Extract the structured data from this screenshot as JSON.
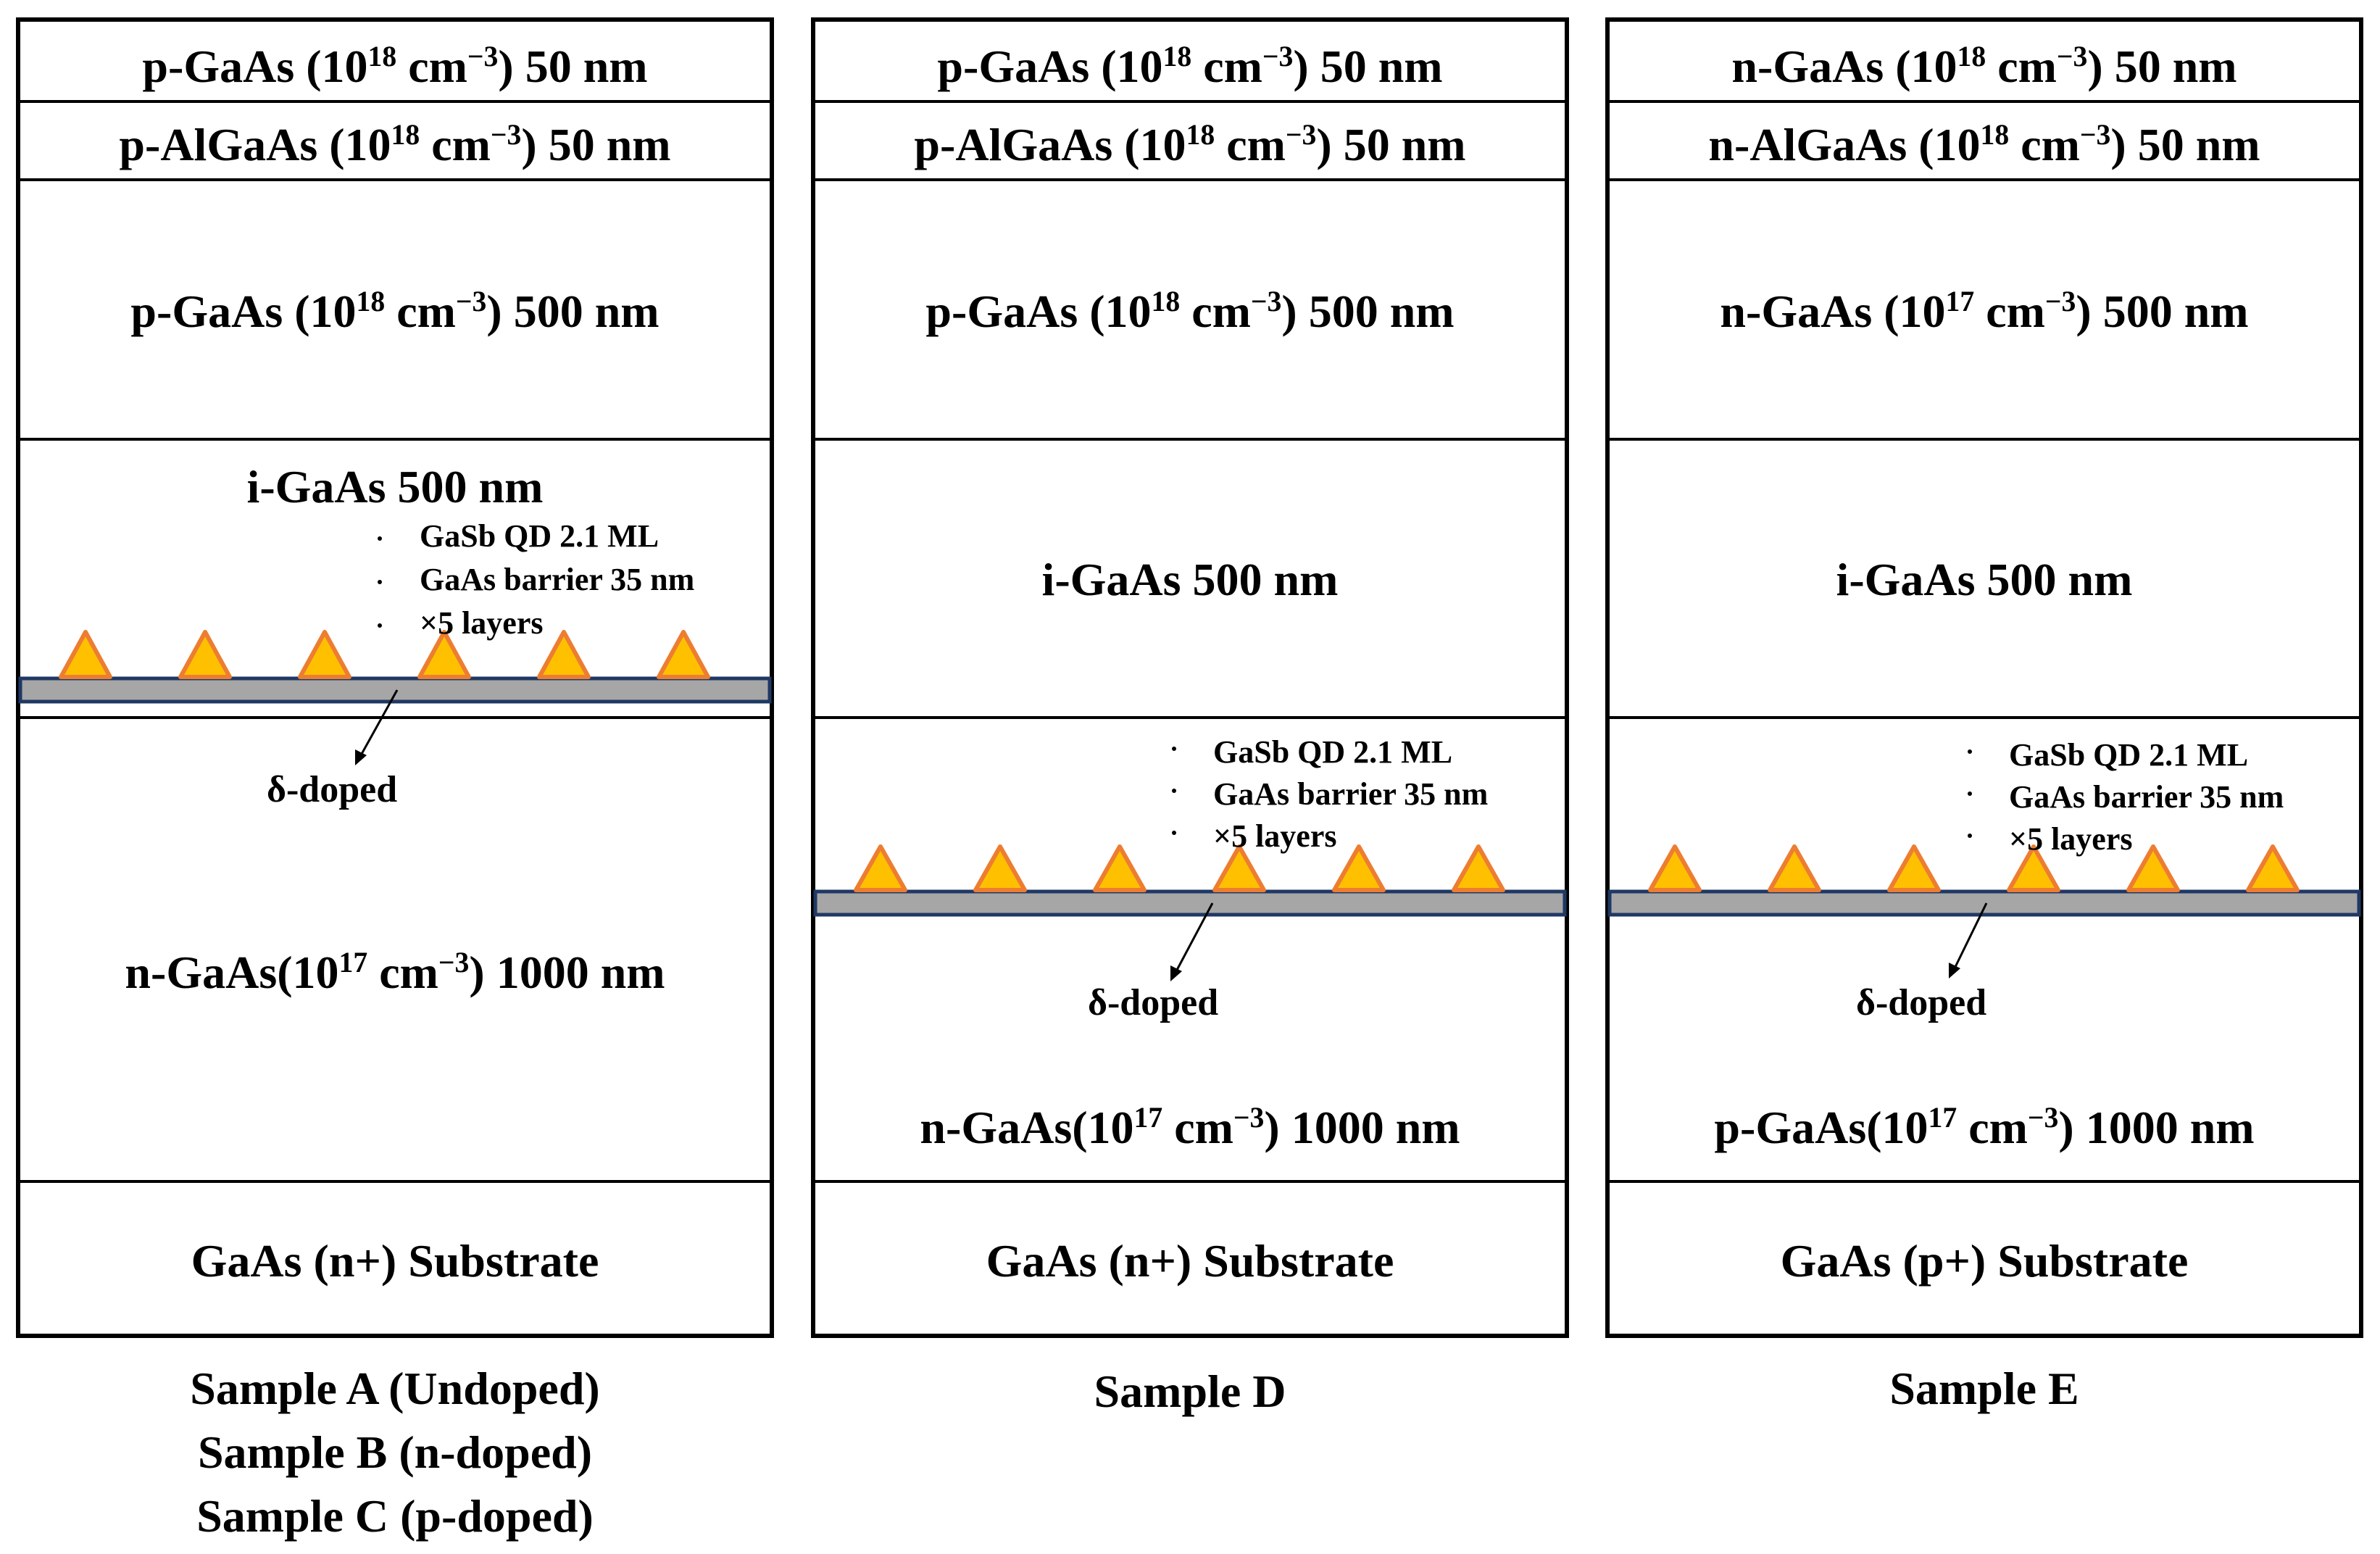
{
  "colors": {
    "border": "#000000",
    "qd_fill": "#FFC000",
    "qd_stroke": "#ED7D31",
    "delta_layer_fill": "#A6A6A6",
    "delta_layer_stroke": "#1F3864"
  },
  "column_a": {
    "layer1": {
      "pre": "p-GaAs (10",
      "sup": "18",
      "mid": " cm",
      "sup2": "−3",
      "post": ") 50 nm"
    },
    "layer2": {
      "pre": "p-AlGaAs (10",
      "sup": "18",
      "mid": " cm",
      "sup2": "−3",
      "post": ") 50 nm"
    },
    "layer3": {
      "pre": "p-GaAs (10",
      "sup": "18",
      "mid": " cm",
      "sup2": "−3",
      "post": ") 500 nm"
    },
    "layer4": {
      "text": "i-GaAs 500 nm"
    },
    "qd_notes": [
      "GaSb QD 2.1 ML",
      "GaAs barrier 35 nm",
      "×5 layers"
    ],
    "delta_doped": "δ-doped",
    "layer5": {
      "pre": "n-GaAs(10",
      "sup": "17",
      "mid": " cm",
      "sup2": "−3",
      "post": ") 1000 nm"
    },
    "substrate": "GaAs (n+) Substrate",
    "captions": [
      "Sample A (Undoped)",
      "Sample B (n-doped)",
      "Sample C (p-doped)"
    ]
  },
  "column_d": {
    "layer1": {
      "pre": "p-GaAs (10",
      "sup": "18",
      "mid": " cm",
      "sup2": "−3",
      "post": ") 50 nm"
    },
    "layer2": {
      "pre": "p-AlGaAs (10",
      "sup": "18",
      "mid": " cm",
      "sup2": "−3",
      "post": ") 50 nm"
    },
    "layer3": {
      "pre": "p-GaAs (10",
      "sup": "18",
      "mid": " cm",
      "sup2": "−3",
      "post": ") 500 nm"
    },
    "layer4": {
      "text": "i-GaAs 500 nm"
    },
    "qd_notes": [
      "GaSb QD 2.1 ML",
      "GaAs barrier 35 nm",
      "×5 layers"
    ],
    "delta_doped": "δ-doped",
    "layer5": {
      "pre": "n-GaAs(10",
      "sup": "17",
      "mid": " cm",
      "sup2": "−3",
      "post": ") 1000 nm"
    },
    "substrate": "GaAs (n+) Substrate",
    "caption": "Sample D"
  },
  "column_e": {
    "layer1": {
      "pre": "n-GaAs (10",
      "sup": "18",
      "mid": " cm",
      "sup2": "−3",
      "post": ") 50 nm"
    },
    "layer2": {
      "pre": "n-AlGaAs (10",
      "sup": "18",
      "mid": " cm",
      "sup2": "−3",
      "post": ") 50 nm"
    },
    "layer3": {
      "pre": "n-GaAs (10",
      "sup": "17",
      "mid": " cm",
      "sup2": "−3",
      "post": ") 500 nm"
    },
    "layer4": {
      "text": "i-GaAs 500 nm"
    },
    "qd_notes": [
      "GaSb QD 2.1 ML",
      "GaAs barrier 35 nm",
      "×5 layers"
    ],
    "delta_doped": "δ-doped",
    "layer5": {
      "pre": "p-GaAs(10",
      "sup": "17",
      "mid": " cm",
      "sup2": "−3",
      "post": ") 1000 nm"
    },
    "substrate": "GaAs (p+) Substrate",
    "caption": "Sample E"
  }
}
